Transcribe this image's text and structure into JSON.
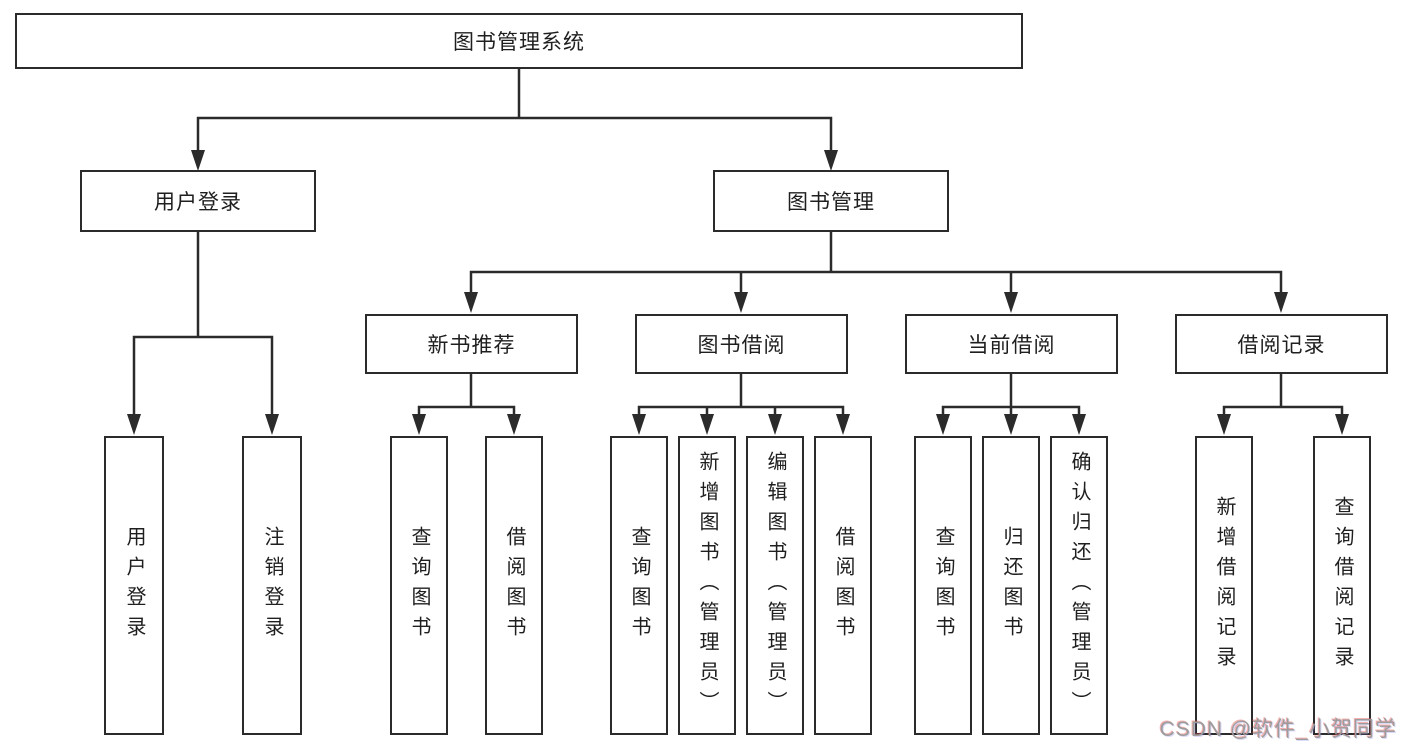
{
  "colors": {
    "line": "#2b2b2b",
    "text": "#1f1f1f",
    "bg": "#ffffff",
    "box-bg": "#ffffff",
    "watermark": "#9c9c9c"
  },
  "nodes": {
    "root": "图书管理系统",
    "user_login": "用户登录",
    "book_mgmt": "图书管理",
    "new_book": "新书推荐",
    "book_borrow": "图书借阅",
    "current_borrow": "当前借阅",
    "borrow_record": "借阅记录",
    "ul_user_login": "用户登录",
    "ul_logout": "注销登录",
    "nb_query": "查询图书",
    "nb_borrow": "借阅图书",
    "bb_query": "查询图书",
    "bb_add": "新增图书（管理员）",
    "bb_edit": "编辑图书（管理员）",
    "bb_borrow": "借阅图书",
    "cb_query": "查询图书",
    "cb_return": "归还图书",
    "cb_confirm": "确认归还（管理员）",
    "br_add": "新增借阅记录",
    "br_query": "查询借阅记录"
  },
  "watermark": "CSDN @软件_小贺同学"
}
